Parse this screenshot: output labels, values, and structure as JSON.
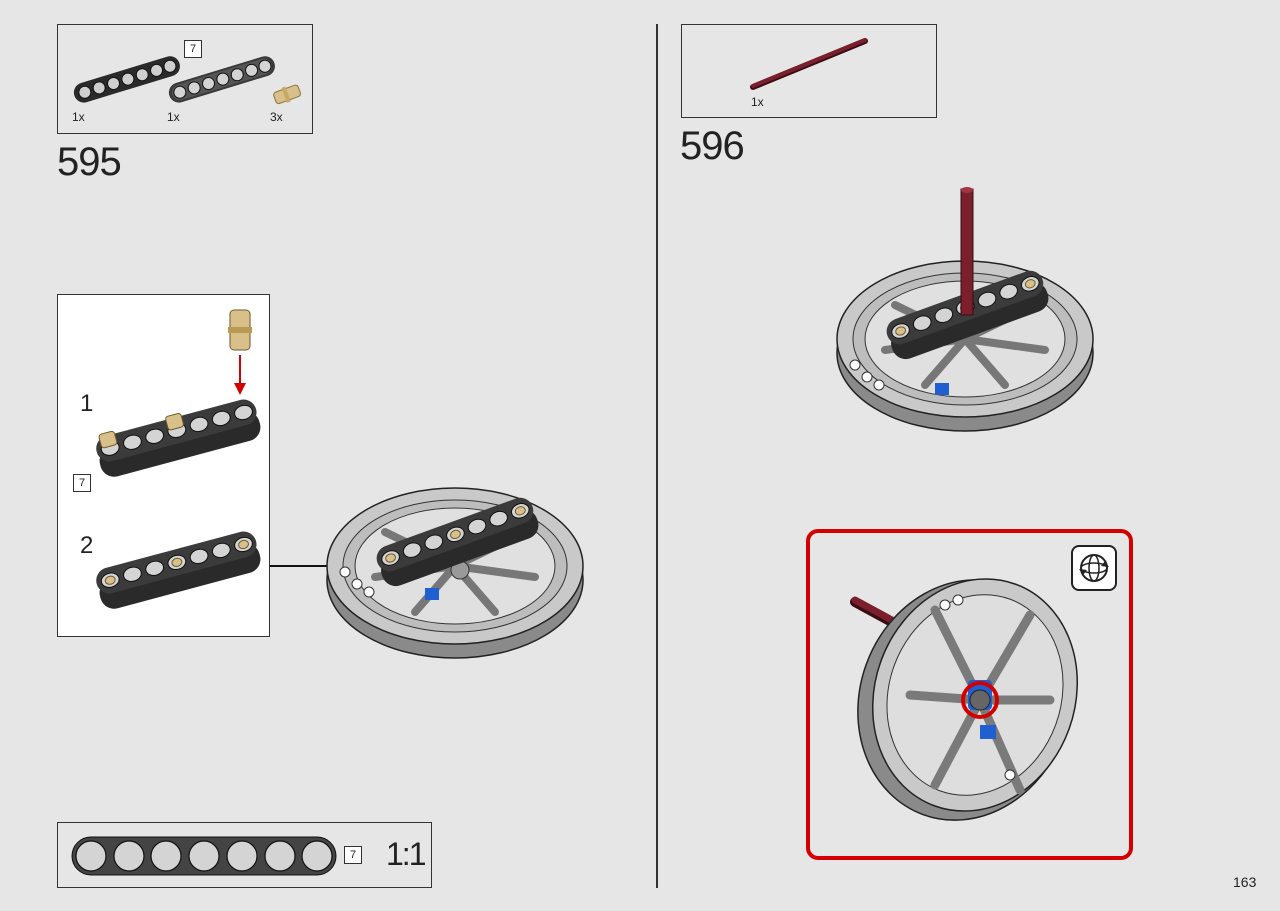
{
  "step595": {
    "number": "595",
    "parts": [
      {
        "name": "beam-7-black",
        "qty": "1x",
        "length_tag": "7"
      },
      {
        "name": "beam-7-grey",
        "qty": "1x"
      },
      {
        "name": "friction-pin-tan",
        "qty": "3x"
      }
    ],
    "substeps": [
      {
        "number": "1",
        "length_tag": "7"
      },
      {
        "number": "2"
      }
    ]
  },
  "step596": {
    "number": "596",
    "parts": [
      {
        "name": "axle-dark-red",
        "qty": "1x"
      }
    ],
    "view": {
      "icon": "rotate-view-icon"
    }
  },
  "scale_reference": {
    "length_tag": "7",
    "scale": "1:1"
  },
  "page_number": "163",
  "colors": {
    "background": "#e6e6e6",
    "beam_black": "#2a2a2a",
    "beam_grey": "#cfcfcf",
    "pin_tan": "#d9c08a",
    "axle_red": "#7b1f2c",
    "highlight_red": "#d40000",
    "connector_blue": "#1f5fd0"
  }
}
